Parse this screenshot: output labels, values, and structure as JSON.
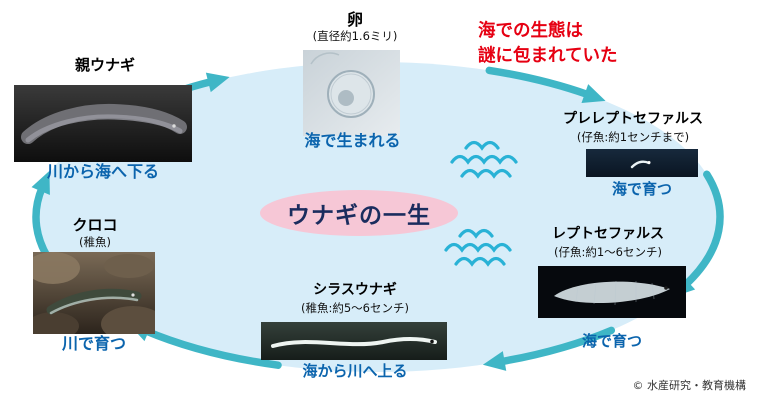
{
  "diagram": {
    "title": "ウナギの一生",
    "note_line1": "海での生態は",
    "note_line2": "謎に包まれていた",
    "credit": "© 水産研究・教育機構"
  },
  "stages": [
    {
      "id": "parent-eel",
      "label": "親ウナギ",
      "sub": "",
      "caption": "川から海へ下る",
      "photo_icon": "adult-eel-photo"
    },
    {
      "id": "egg",
      "label": "卵",
      "sub": "(直径約1.6ミリ)",
      "caption": "海で生まれる",
      "photo_icon": "egg-photo"
    },
    {
      "id": "pre-leptocephalus",
      "label": "プレレプトセファルス",
      "sub": "(仔魚:約1センチまで)",
      "caption": "海で育つ",
      "photo_icon": "pre-leptocephalus-photo"
    },
    {
      "id": "leptocephalus",
      "label": "レプトセファルス",
      "sub": "(仔魚:約1〜6センチ)",
      "caption": "海で育つ",
      "photo_icon": "leptocephalus-photo"
    },
    {
      "id": "glass-eel",
      "label": "シラスウナギ",
      "sub": "(稚魚:約5〜6センチ)",
      "caption": "海から川へ上る",
      "photo_icon": "glass-eel-photo"
    },
    {
      "id": "kuroko",
      "label": "クロコ",
      "sub": "(稚魚)",
      "caption": "川で育つ",
      "photo_icon": "kuroko-photo"
    }
  ],
  "colors": {
    "cycle_fill": "#d7edf9",
    "arrow_teal": "#3fb6c6",
    "wave_cyan": "#29b2d6",
    "caption_blue": "#0b64ad",
    "note_red": "#e60012",
    "title_oval_pink": "#f6c7d6",
    "title_text_navy": "#1a2c5e"
  }
}
